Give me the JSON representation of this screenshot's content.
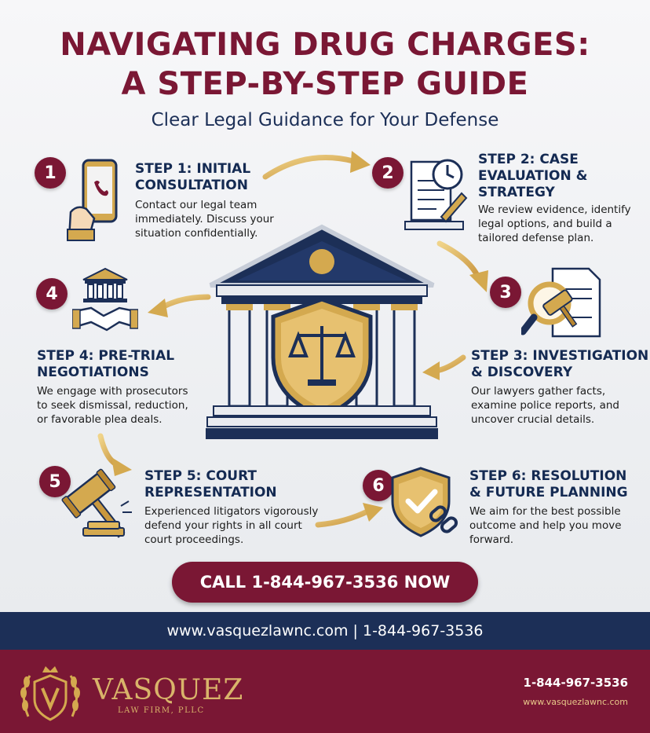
{
  "header": {
    "title_line1": "NAVIGATING DRUG CHARGES:",
    "title_line2": "A STEP-BY-STEP GUIDE",
    "subtitle": "Clear Legal Guidance for Your Defense"
  },
  "steps": [
    {
      "number": "1",
      "title_lines": [
        "STEP 1: INITIAL",
        "CONSULTATION"
      ],
      "desc_lines": [
        "Contact our legal team",
        "immediately. Discuss your",
        "situation confidentially."
      ]
    },
    {
      "number": "2",
      "title_lines": [
        "STEP 2: CASE",
        "EVALUATION &",
        "STRATEGY"
      ],
      "desc_lines": [
        "We review evidence, identify",
        "legal options, and build a",
        "tailored defense plan."
      ]
    },
    {
      "number": "3",
      "title_lines": [
        "STEP 3: INVESTIGATION",
        "& DISCOVERY"
      ],
      "desc_lines": [
        "Our lawyers gather facts,",
        "examine police reports, and",
        "uncover crucial details."
      ]
    },
    {
      "number": "4",
      "title_lines": [
        "STEP 4: PRE-TRIAL",
        "NEGOTIATIONS"
      ],
      "desc_lines": [
        "We engage with prosecutors",
        "to seek dismissal, reduction,",
        "or favorable plea deals."
      ]
    },
    {
      "number": "5",
      "title_lines": [
        "STEP 5: COURT",
        "REPRESENTATION"
      ],
      "desc_lines": [
        "Experienced litigators vigorously",
        "defend your rights in all court",
        "court proceedings."
      ]
    },
    {
      "number": "6",
      "title_lines": [
        "STEP 6: RESOLUTION",
        "& FUTURE PLANNING"
      ],
      "desc_lines": [
        "We aim for the best possible",
        "outcome and help you move",
        "forward."
      ]
    }
  ],
  "cta": {
    "label": "CALL 1-844-967-3536 NOW"
  },
  "contact_bar": {
    "text": "www.vasquezlawnc.com | 1-844-967-3536"
  },
  "footer": {
    "brand": "VASQUEZ",
    "brand_sub": "LAW FIRM, PLLC",
    "phone": "1-844-967-3536",
    "website": "www.vasquezlawnc.com"
  },
  "icons": {
    "step1": "smartphone-hand-icon",
    "step2": "document-clock-icon",
    "step3": "magnifier-gavel-icon",
    "step4": "handshake-courthouse-icon",
    "step5": "gavel-icon",
    "step6": "shield-check-chain-icon",
    "center": "courthouse-scales-shield-icon"
  },
  "colors": {
    "maroon": "#7a1734",
    "navy": "#1c2f57",
    "gold": "#d4a94f"
  }
}
